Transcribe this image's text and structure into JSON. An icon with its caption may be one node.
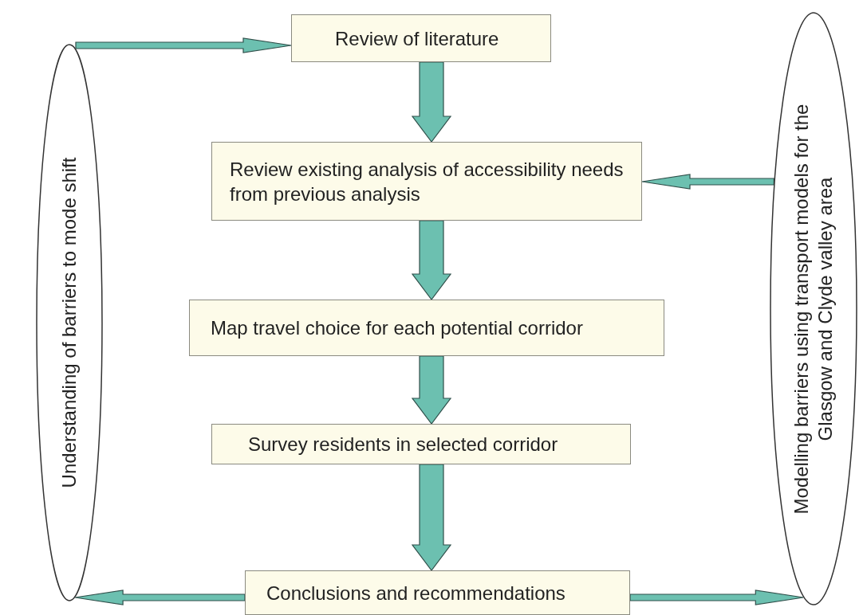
{
  "diagram": {
    "nodes": [
      {
        "text": [
          "Understanding of barriers to mode shift"
        ]
      },
      {
        "text": [
          "Modelling barriers using transport models for the Glasgow and Clyde valley area"
        ]
      },
      {
        "text": [
          "Review of literature"
        ]
      },
      {
        "text": [
          "Review existing analysis of accessibility needs from previous analysis"
        ]
      },
      {
        "text": [
          "Map travel choice for each potential corridor"
        ]
      },
      {
        "text": [
          "Survey residents in selected corridor"
        ]
      },
      {
        "text": [
          "Conclusions and recommendations"
        ]
      }
    ],
    "edges": [
      {
        "from": null,
        "to": 2,
        "arrow": "to"
      },
      {
        "from": 2,
        "to": 3,
        "arrow": "to"
      },
      {
        "from": 1,
        "to": 3,
        "arrow": "to"
      },
      {
        "from": 3,
        "to": 4,
        "arrow": "to"
      },
      {
        "from": 4,
        "to": 5,
        "arrow": "to"
      },
      {
        "from": 5,
        "to": 6,
        "arrow": "to"
      },
      {
        "from": 6,
        "to": 0,
        "arrow": "to"
      },
      {
        "from": 6,
        "to": 1,
        "arrow": "to"
      }
    ]
  }
}
